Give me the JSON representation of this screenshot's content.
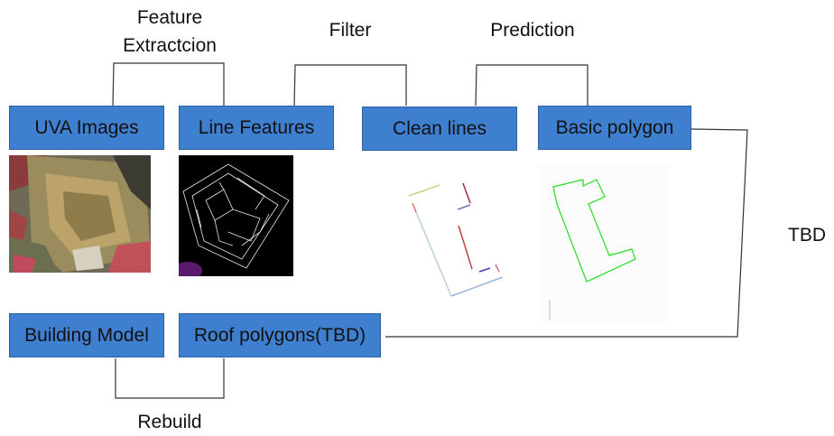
{
  "boxes": {
    "uva_images": "UVA Images",
    "line_features": "Line Features",
    "clean_lines": "Clean lines",
    "basic_polygon": "Basic polygon",
    "building_model": "Building Model",
    "roof_polygons": "Roof polygons(TBD)"
  },
  "edge_labels": {
    "feature_extraction_1": "Feature",
    "feature_extraction_2": "Extractcion",
    "filter": "Filter",
    "prediction": "Prediction",
    "tbd": "TBD",
    "rebuild": "Rebuild"
  },
  "colors": {
    "box_fill": "#3f7fcf",
    "connector": "#333333",
    "polygon": "#22dd22"
  }
}
